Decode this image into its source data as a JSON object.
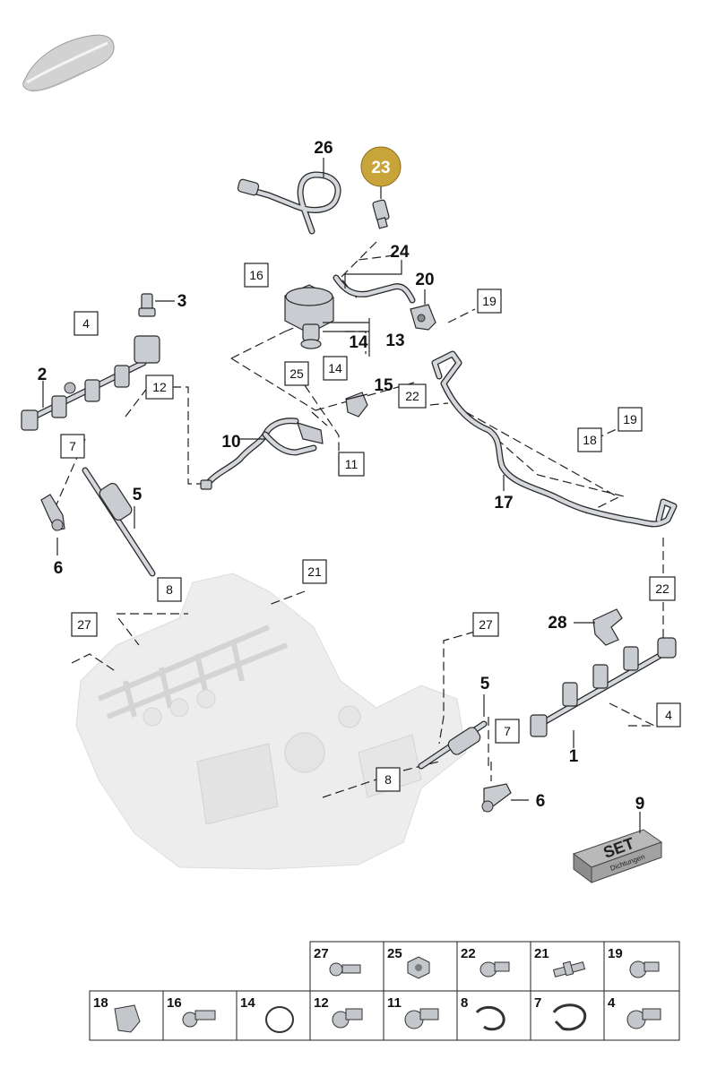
{
  "callouts": {
    "c1": "1",
    "c2": "2",
    "c3": "3",
    "c4a": "4",
    "c4b": "4",
    "c5a": "5",
    "c5b": "5",
    "c6a": "6",
    "c6b": "6",
    "c7a": "7",
    "c7b": "7",
    "c8a": "8",
    "c8b": "8",
    "c9": "9",
    "c10": "10",
    "c11": "11",
    "c12": "12",
    "c13": "13",
    "c14a": "14",
    "c14b": "14",
    "c15": "15",
    "c16": "16",
    "c17": "17",
    "c18": "18",
    "c19a": "19",
    "c19b": "19",
    "c20": "20",
    "c21": "21",
    "c22a": "22",
    "c22b": "22",
    "c23": "23",
    "c24": "24",
    "c25": "25",
    "c26": "26",
    "c27a": "27",
    "c27b": "27",
    "c28": "28"
  },
  "set_kit": {
    "title": "SET",
    "subtitle": "Dichtungen"
  },
  "highlight_color": "#c9a43a",
  "hardware_table": {
    "row1": [
      "27",
      "25",
      "22",
      "21",
      "19"
    ],
    "row2": [
      "18",
      "16",
      "14",
      "12",
      "11",
      "8",
      "7",
      "4"
    ]
  },
  "icons": {
    "vehicle": "car-silhouette-icon",
    "hw27": "ball-stud-icon",
    "hw25": "nut-icon",
    "hw22": "threaded-stud-icon",
    "hw21": "double-stud-icon",
    "hw19": "torx-bolt-icon",
    "hw18": "bracket-clip-icon",
    "hw16": "torx-bolt-icon",
    "hw14": "o-ring-icon",
    "hw12": "sleeve-bolt-icon",
    "hw11": "bolt-icon",
    "hw8": "retaining-clip-icon",
    "hw7": "spring-clip-icon",
    "hw4": "bolt-icon"
  }
}
